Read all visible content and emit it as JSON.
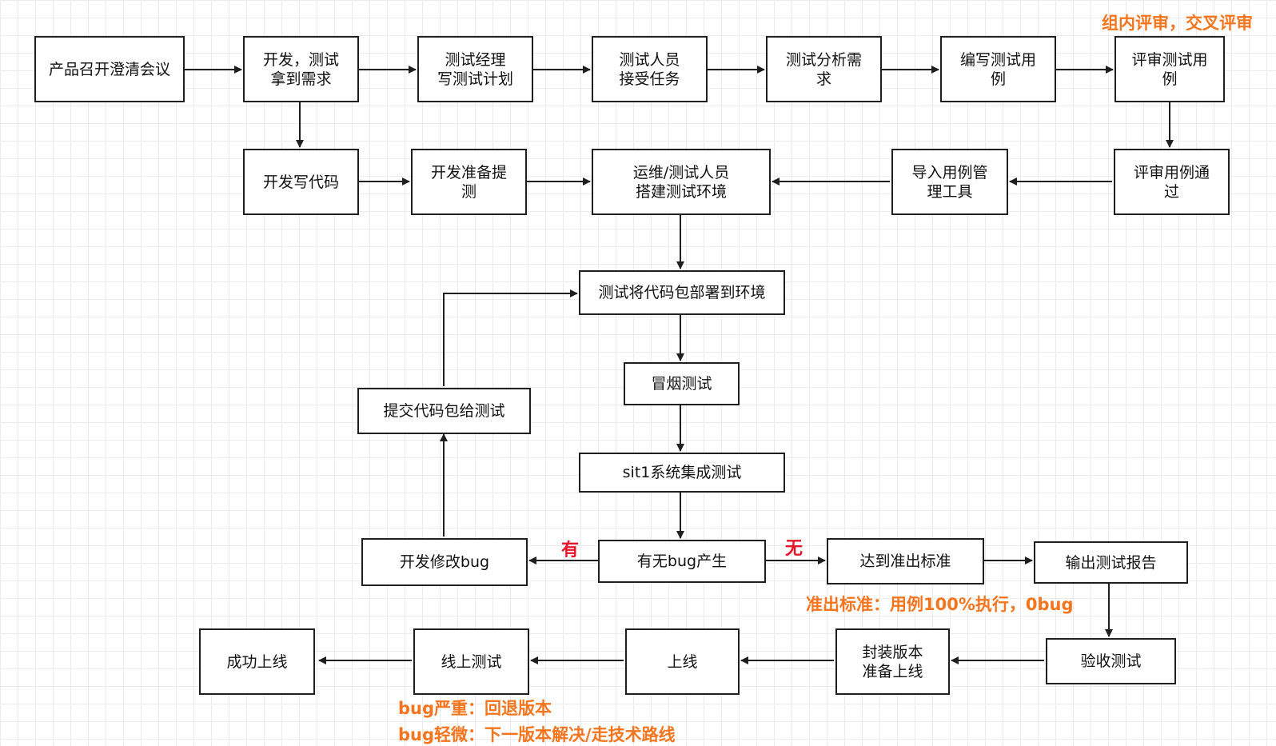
{
  "nodes": {
    "n1": "产品召开澄清会议",
    "n2": "开发，测试\n拿到需求",
    "n3": "测试经理\n写测试计划",
    "n4": "测试人员\n接受任务",
    "n5": "测试分析需\n求",
    "n6": "编写测试用\n例",
    "n7": "评审测试用\n例",
    "n8": "开发写代码",
    "n9": "开发准备提\n测",
    "n10": "运维/测试人员\n搭建测试环境",
    "n11": "导入用例管\n理工具",
    "n12": "评审用例通\n过",
    "n13": "测试将代码包部署到环境",
    "n14": "冒烟测试",
    "n15": "sit1系统集成测试",
    "n16": "有无bug产生",
    "n17": "开发修改bug",
    "n18": "提交代码包给测试",
    "n19": "达到准出标准",
    "n20": "输出测试报告",
    "n21": "验收测试",
    "n22": "封装版本\n准备上线",
    "n23": "上线",
    "n24": "线上测试",
    "n25": "成功上线"
  },
  "edge_labels": {
    "has_bug": "有",
    "no_bug": "无"
  },
  "notes": {
    "review": "组内评审，交叉评审",
    "exit_criteria": "准出标准：用例100%执行，0bug",
    "bug_severe": "bug严重：回退版本",
    "bug_minor": "bug轻微：下一版本解决/走技术路线"
  },
  "colors": {
    "note": "#f5751e",
    "edge_label": "#e8142a",
    "line": "#1f1f1f"
  }
}
